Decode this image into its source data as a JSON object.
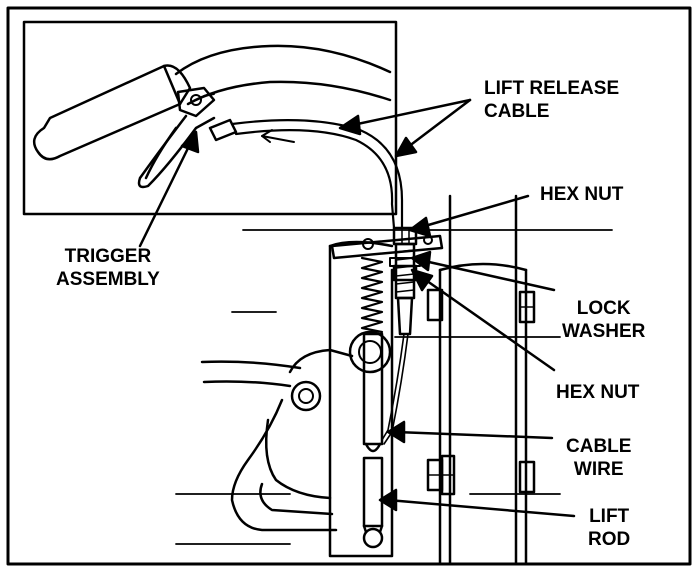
{
  "labels": {
    "lift_release_cable": [
      "LIFT RELEASE",
      "CABLE"
    ],
    "hex_nut_top": [
      "HEX NUT"
    ],
    "trigger_assembly": [
      "TRIGGER",
      "ASSEMBLY"
    ],
    "lock_washer": [
      "LOCK",
      "WASHER"
    ],
    "hex_nut_bottom": [
      "HEX NUT"
    ],
    "cable_wire": [
      "CABLE",
      "WIRE"
    ],
    "lift_rod": [
      "LIFT",
      "ROD"
    ]
  }
}
